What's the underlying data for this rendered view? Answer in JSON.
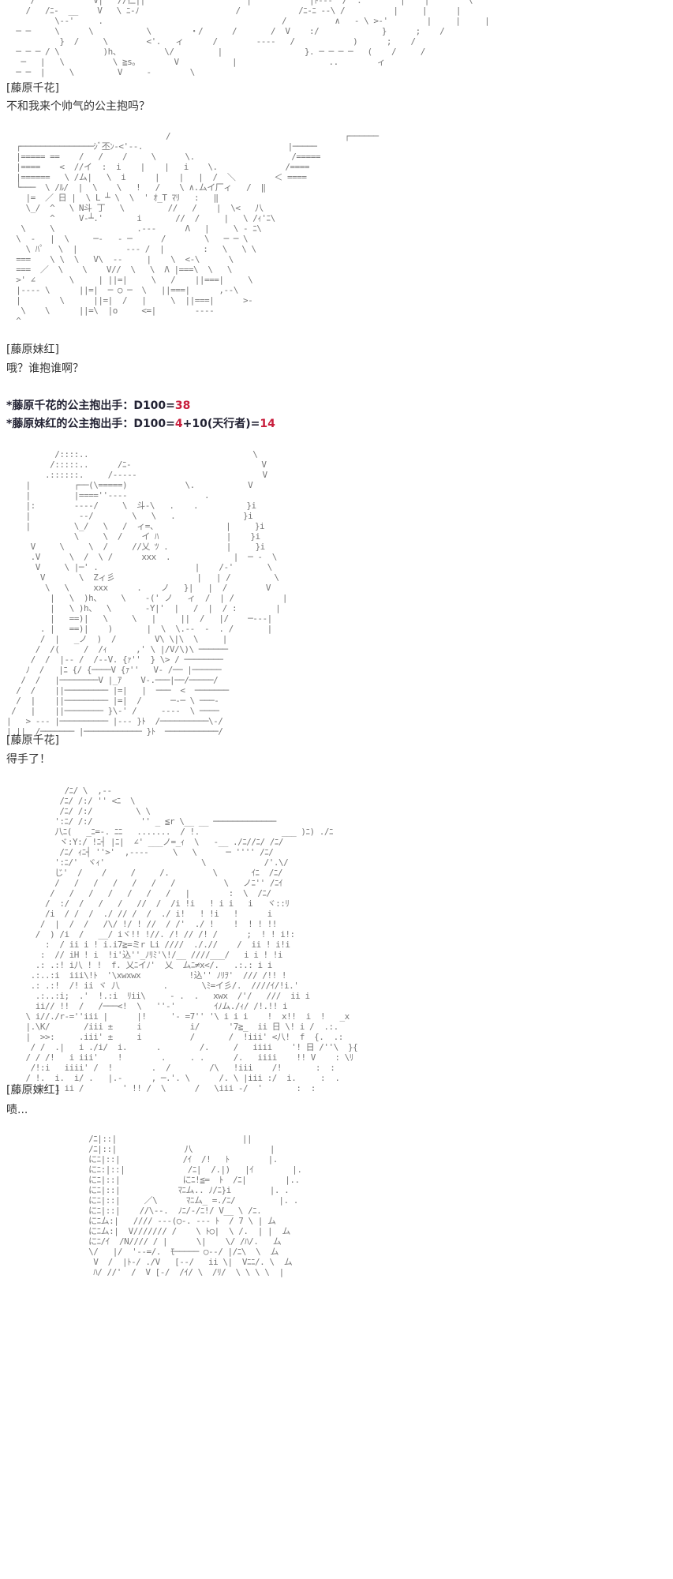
{
  "post": {
    "blocks": [
      {
        "type": "aa",
        "id": "aa1",
        "art": "     /            V|   //仁||                     |            |ﾄ---  /  :        |    |        \\\n    /   /ﾆ-  __    V   \\ ﾆ-ﾉ                    /            /ﾆ-ﾆ --\\ /          |     |      |\n          \\‐-'     .                                     /          ∧   ‐ \\ >‐'        |     |     |\n  ─ ─     \\      \\           \\        ・/      /       /  V    :/             }      ;    /\n           }  /     \\        <'.   ィ      /        ---‐   /            )      ;    /\n  ─ ─ ─ / \\         )h、         \\/         |                 }. ─ ─ ─ ─   (    /     /\n   ─   |   \\          \\ ≧s。       V           |                   ..        ィ\n  ─ ─  |     \\         V     ‐        \\"
      },
      {
        "type": "speaker",
        "id": "sp1",
        "text": "[藤原千花]"
      },
      {
        "type": "line",
        "id": "ln1",
        "text": "不和我来个帅气的公主抱吗？"
      },
      {
        "type": "aa",
        "id": "aa2",
        "art": "                                 /                                    ┌──────\n  ┌───────────────ｼﾞ丕ﾝ‐<'‐‐.                              |─────\n  |===== ==    /   /    /     \\      \\.                    /=====\n  |====    <  //イ  :  i    |    |   i    \\.              /====\n  |======   \\ /ム|   \\  i      |    |   |  /  ＼        ＜ ====\n  └───  \\ /ﾙ/  |  \\    \\   !   /    \\ ∧.ムイ厂ィ   /  ‖\n    |=  ／ 日 |  \\ L ┴ \\  \\  ' ｵ_T ﾏﾘ   :   ‖\n    \\_/  ^   \\ N斗 丁   \\         //   /    |  \\<   八\n         ^     V‐┴.'       i       //  /     |   \\ /ｨ'ﾆ\\\n   \\     \\                 .-‐‐      Λ   |     \\ ‐ ﾆ\\\n  \\  ‐   |  \\     ─‐   ‐ ─      /        \\   ─ ─ \\\n    \\ ﾊﾟ   \\  |          ‐‐‐ /  |        :   \\   \\ \\\n  ===    \\ \\  \\   V\\  ‐‐     |    \\  <‐\\      \\\n  ===  ／  \\    \\    V//  \\   \\  Λ |===\\  \\   \\\n  >' ∠       \\     | ||=|     \\   /    ||===|     \\\n  |‐‐‐‐ \\      ||=|  ─ ○ ─  \\   ||===|      ,‐‐\\\n  |        \\      ||=|  /   |     \\  ||===|      >‐\n   \\    \\      ||=\\  |o     <=|        ‐‐‐‐\n  ^"
      },
      {
        "type": "speaker",
        "id": "sp2",
        "text": "[藤原妹红]"
      },
      {
        "type": "line",
        "id": "ln2",
        "text": "哦？谁抱谁啊？"
      },
      {
        "type": "roll",
        "id": "roll1",
        "label": "*藤原千花的公主抱出手：D100=",
        "parts": [
          {
            "text": "38",
            "highlight": true
          }
        ]
      },
      {
        "type": "roll",
        "id": "roll2",
        "label": "*藤原妹红的公主抱出手：D100=",
        "parts": [
          {
            "text": "4",
            "highlight": true
          },
          {
            "text": "+10(天行者)=",
            "highlight": false
          },
          {
            "text": "14",
            "highlight": true
          }
        ]
      },
      {
        "type": "aa",
        "id": "aa3",
        "art": "          /::::..                                  \\\n         /:::::..      /ﾆ-                           V\n        .::::::.     /‐‐‐‐‐                          V\n    |         ┌──(\\=====)            \\.           V\n    |         |====''‐‐‐‐                .\n    |:        ‐‐‐‐/     \\  斗‐\\   .    .          }i\n    |          ‐‐/        \\   \\   .              }i\n    |         \\_/   \\   /  ィ=、              |     }i\n              \\     \\  /    イ ﾊ              |    }i\n     V     \\     \\  /     //乂 ﾂ .            |     }i\n     .V      \\  /  \\ /      xxx  .             |  ─ ‐  \\\n      V     \\ |─' .                    |    /‐'       \\\n       V       \\  Zィ彡                 |   | /         \\\n        \\   \\     xxx      .    ノ   }|   |  /        V\n         |   \\  )h、    \\    ‐(' ノ   ィ  /  | /          |\n         |   \\ )h、  \\       ‐Y|'  |   /  |  / :        |\n         |   ==)|   \\     \\   |     ||  /   |/    ─‐‐‐|\n       . |   ==)|    )       |  \\  \\.‐‐  ‐  . /       |\n       /  |   _ノ  )  /        V\\ \\|\\  \\     |\n      /  /(     /  /ｨ      ,' \\ |/V/\\)\\ ──────\n     /  /  |‐‐ /  /‐‐V. {ｧ''  } \\> / ────────\n    ﾉ  /   |ﾆ {/ {────V {ｧ''   V‐ /── |──────\n   /  /   |────────V |_ｱ    V‐.───|──/─────/\n  /  /    ||───────── |=|   |  ───  <  ───────\n  /  |    ||───────── |=|  /      ─‐─ \\ ───‐\n /   |    ||──────── }\\‐' /     ‐‐‐‐  \\ ────\n|   > ‐‐‐ |────────── |‐‐‐ }ﾄ  /──────────\\‐/\n| ||  /─────── |──────────── }ﾄ  ───────────/"
      },
      {
        "type": "speaker",
        "id": "sp3",
        "text": "[藤原千花]"
      },
      {
        "type": "line",
        "id": "ln3",
        "text": "得手了！"
      },
      {
        "type": "aa",
        "id": "aa4",
        "art": "            /ﾆ/ \\  ,‐‐\n           /ﾆ/ /:/ '' <ﾆ  \\\n           /ﾆ/ /:/         \\ \\\n          ':ﾆ/ /:/          '' _ ≦r \\__ __ ─────────────\n          八ﾆ(   _ﾆ=‐. ﾆﾆ   .......  / !.                 ___ )ﾆ) ./ﾆ\n           ヾ:Y:/ !ﾆ┤ |ﾆ|  ∠' ___ノ=_ｨ  \\   ‐__ ./ﾆ//ﾆ/ /ﾆ/\n           /ﾆ/ ｨﾆ┤ ''>'  ,‐‐‐‐     \\   \\      ─ '''' /ﾆ/\n          ':ﾆ/'  ヾｨ'                    \\            /'.\\/\n          じ'  /    /     /     /.         \\       ｲﾆ  /ﾆ/\n          /   /   /   /   /   /   /          \\   ノﾆ'' /ﾆｲ\n         /   /   /   /   /   /   /   |        :  \\  /ﾆ/\n        /  :/  /   /   /   //  /  /i !i   ! i i   i   ヾ::ﾘ\n        /i  / /  /  ./ // /  /  ./ i!   ! !i   !      i\n       /  |  /  /   /\\/ !/ ! //  / /'  ./ !    !  ! ! !!\n      /  ) /i  /   __/ iヾ!! !//. /! // /! /      ;  ! ! i!:\n        :  / ii i ! i.i7≧=ミr Li ////  ././/    /  ii ! i!i\n       :  // iH ! i  !i'込''_ﾉﾘﾐ'\\!/__ ////___/   i i ! !i\n      .: .:! i八 ! !  f. 乂ﾆイﾉ'  乂  ムﾆ≠x</.   .:.: i i\n     .:..:i  iii\\!ﾄ  '\\xwxwx          !込'' ﾉﾘｦ'  /// /!! !\n     .: .:!  /! ii ヾ 八         .       \\ﾐ=イ彡/.  ////ｲ/!i.'\n      .:..:i;  .'  !.:i  ﾘii\\     ‐ .  .   xwx  /'/   ///  ii i\n      ii// !!  /   /───<!  \\   ''‐'        ｲﾉム./ｨ/ /!.!! i\n    \\ i//./r‐=''iii |      |!     '‐ =7'' '\\ i i i    !  x!!  i  !   _x\n    |.\\K/       /iii ±     i          i/      '7≧_  ii 日 \\! i /  .:.\n    |  >>:     .iii' ±     i          /       /  !iii' <八!  f  {.  .:\n     / /  .|   i ./i/  i.      .        /.     /   iiii    '! 日 /''\\  }{\n    / / /!   i iii'    !        .     . .      /.   iiii    !! V    : \\ﾘ\n     /!:i   iiii' /  !        .  /        /\\   !iii    /!       :  :\n    / !.  i.  i/ .   |.‐      , ─.'. \\      /. \\ |iii :/  i.     :  .\n      !!  i ii /        ' !! /  \\      /   \\iii ‐/  '       :  :"
      },
      {
        "type": "speaker",
        "id": "sp4",
        "text": "[藤原妹红]"
      },
      {
        "type": "line",
        "id": "ln4",
        "text": "啧..."
      },
      {
        "type": "aa",
        "id": "aa5",
        "art": "                 /ﾆ|::|                          ||\n                 /ﾆ|::|              八                |\n                 にﾆ|::|             /ｲ  /!   ﾄ        |.\n                 にﾆ:|::|             /ﾆ|  /.|)   |ｲ        |.\n                 にﾆ|::|             にﾆ!≦=  ﾄ  /ﾆ|        |..\n                 にﾆ|::|            ﾏﾆム.. ﾉ/ﾆ}i        |. .\n                 にﾆ|::|     ／\\      ﾏﾆム_ =./ﾆ/         |. .\n                 にﾆ|::|    //\\‐‐.  ﾉﾆ/‐/ﾆ!/ V__ \\ /ﾆ.\n                 にﾆム:|   //// ‐‐‐(○‐. ‐‐‐ ﾄ  / 7 \\ | ム\n                 にﾆム:|  V/////// /    \\ ﾄ○|  \\ /.  | |  ム\n                 にﾆ/ｲ  /N//// / |      \\|    \\/ /ﾊ/.   ム\n                 \\/   |/  '‐‐=/.  ﾓ───── ○‐‐/ |/ﾆ\\  \\  ム\n                  V  /  |ﾄ‐/ ./V   [‐‐/   ii \\|  Vﾆﾆ/. \\  ム\n                  ﾊ/ //'  /  V [‐/  /ｲ/ \\  /ﾘ/  \\ \\ \\ \\  |"
      }
    ]
  },
  "colors": {
    "text": "#333333",
    "aa": "#777777",
    "roll_text": "#222233",
    "roll_highlight": "#c81e3c",
    "background": "#ffffff"
  }
}
